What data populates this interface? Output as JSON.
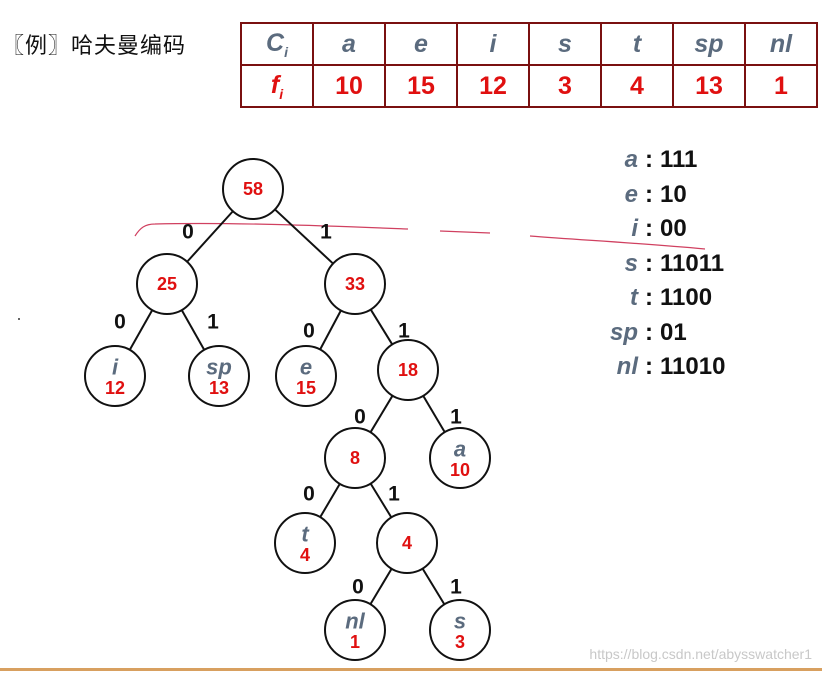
{
  "title": "〖例〗哈夫曼编码",
  "table": {
    "header_symbol": "C",
    "header_symbol_sub": "i",
    "header_freq": "f",
    "header_freq_sub": "i",
    "symbols": [
      "a",
      "e",
      "i",
      "s",
      "t",
      "sp",
      "nl"
    ],
    "frequencies": [
      "10",
      "15",
      "12",
      "3",
      "4",
      "13",
      "1"
    ]
  },
  "tree": {
    "nodes": [
      {
        "id": "n58",
        "weight": "58"
      },
      {
        "id": "n25",
        "weight": "25"
      },
      {
        "id": "n33",
        "weight": "33"
      },
      {
        "id": "ni",
        "symbol": "i",
        "weight": "12"
      },
      {
        "id": "nsp",
        "symbol": "sp",
        "weight": "13"
      },
      {
        "id": "ne",
        "symbol": "e",
        "weight": "15"
      },
      {
        "id": "n18",
        "weight": "18"
      },
      {
        "id": "n8",
        "weight": "8"
      },
      {
        "id": "na",
        "symbol": "a",
        "weight": "10"
      },
      {
        "id": "nt",
        "symbol": "t",
        "weight": "4"
      },
      {
        "id": "n4",
        "weight": "4"
      },
      {
        "id": "nnl",
        "symbol": "nl",
        "weight": "1"
      },
      {
        "id": "ns",
        "symbol": "s",
        "weight": "3"
      }
    ],
    "edges": [
      {
        "from": "n58",
        "to": "n25",
        "bit": "0"
      },
      {
        "from": "n58",
        "to": "n33",
        "bit": "1"
      },
      {
        "from": "n25",
        "to": "ni",
        "bit": "0"
      },
      {
        "from": "n25",
        "to": "nsp",
        "bit": "1"
      },
      {
        "from": "n33",
        "to": "ne",
        "bit": "0"
      },
      {
        "from": "n33",
        "to": "n18",
        "bit": "1"
      },
      {
        "from": "n18",
        "to": "n8",
        "bit": "0"
      },
      {
        "from": "n18",
        "to": "na",
        "bit": "1"
      },
      {
        "from": "n8",
        "to": "nt",
        "bit": "0"
      },
      {
        "from": "n8",
        "to": "n4",
        "bit": "1"
      },
      {
        "from": "n4",
        "to": "nnl",
        "bit": "0"
      },
      {
        "from": "n4",
        "to": "ns",
        "bit": "1"
      }
    ]
  },
  "codes": [
    {
      "symbol": "a",
      "sep": ":",
      "code": "111"
    },
    {
      "symbol": "e",
      "sep": ":",
      "code": "10"
    },
    {
      "symbol": "i",
      "sep": ":",
      "code": "00"
    },
    {
      "symbol": "s",
      "sep": ":",
      "code": "11011"
    },
    {
      "symbol": "t",
      "sep": ":",
      "code": "1100"
    },
    {
      "symbol": "sp",
      "sep": ":",
      "code": "01"
    },
    {
      "symbol": "nl",
      "sep": ":",
      "code": "11010"
    }
  ],
  "watermark": "https://blog.csdn.net/abysswatcher1",
  "colors": {
    "weight_red": "#e01010",
    "symbol_gray": "#5b6b7e",
    "table_border": "#7a1010",
    "annotation_pink": "#d04060",
    "bottom_rule": "#d8a060"
  }
}
